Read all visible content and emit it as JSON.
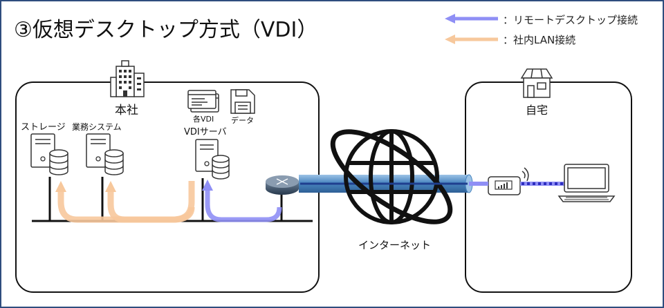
{
  "title": "③仮想デスクトップ方式（VDI）",
  "legend": [
    {
      "label": "：リモートデスクトップ接続",
      "color": "#8f8ff5"
    },
    {
      "label": "：社内LAN接続",
      "color": "#f7c89c"
    }
  ],
  "hq": {
    "label": "本社",
    "devices": {
      "storage": "ストレージ",
      "business_system": "業務システム",
      "vdi_server": "VDIサーバ",
      "vdi_each": "各VDI",
      "data": "データ"
    }
  },
  "home": {
    "label": "自宅"
  },
  "internet": {
    "label": "インターネット"
  },
  "colors": {
    "frame": "#2f4d7e",
    "remote": "#8f8ff5",
    "lan": "#f7c89c",
    "tunnel": "#4a86c0",
    "tunnel_core": "#1f3f8f"
  }
}
